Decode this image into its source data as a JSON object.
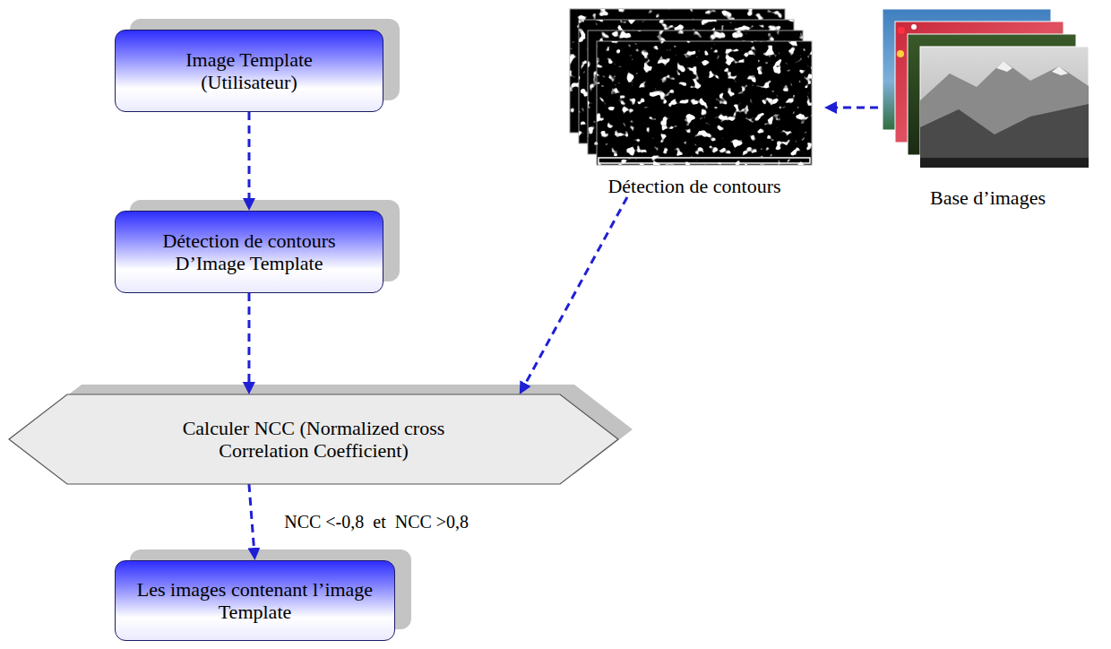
{
  "diagram": {
    "nodes": [
      {
        "text": [
          "Image Template (Utilisateur)"
        ]
      },
      {
        "text": [
          "Détection de contours"
        ]
      },
      {
        "text": [
          "Base d’images"
        ]
      },
      {
        "text": [
          "Détection de contours D’Image Template"
        ]
      },
      {
        "text": [
          "Calculer NCC (Normalized cross Correlation Coefficient)"
        ]
      },
      {
        "text": [
          "Les images contenant l’image Template"
        ]
      }
    ],
    "edges": [
      {
        "from": 0,
        "to": 3,
        "arrow": "to"
      },
      {
        "from": 2,
        "to": 1,
        "arrow": "to"
      },
      {
        "from": 1,
        "to": 4,
        "arrow": "to"
      },
      {
        "from": 3,
        "to": 4,
        "arrow": "to"
      },
      {
        "from": 4,
        "to": 5,
        "label": "NCC <-0,8  et  NCC >0,8",
        "arrow": "to"
      }
    ]
  }
}
